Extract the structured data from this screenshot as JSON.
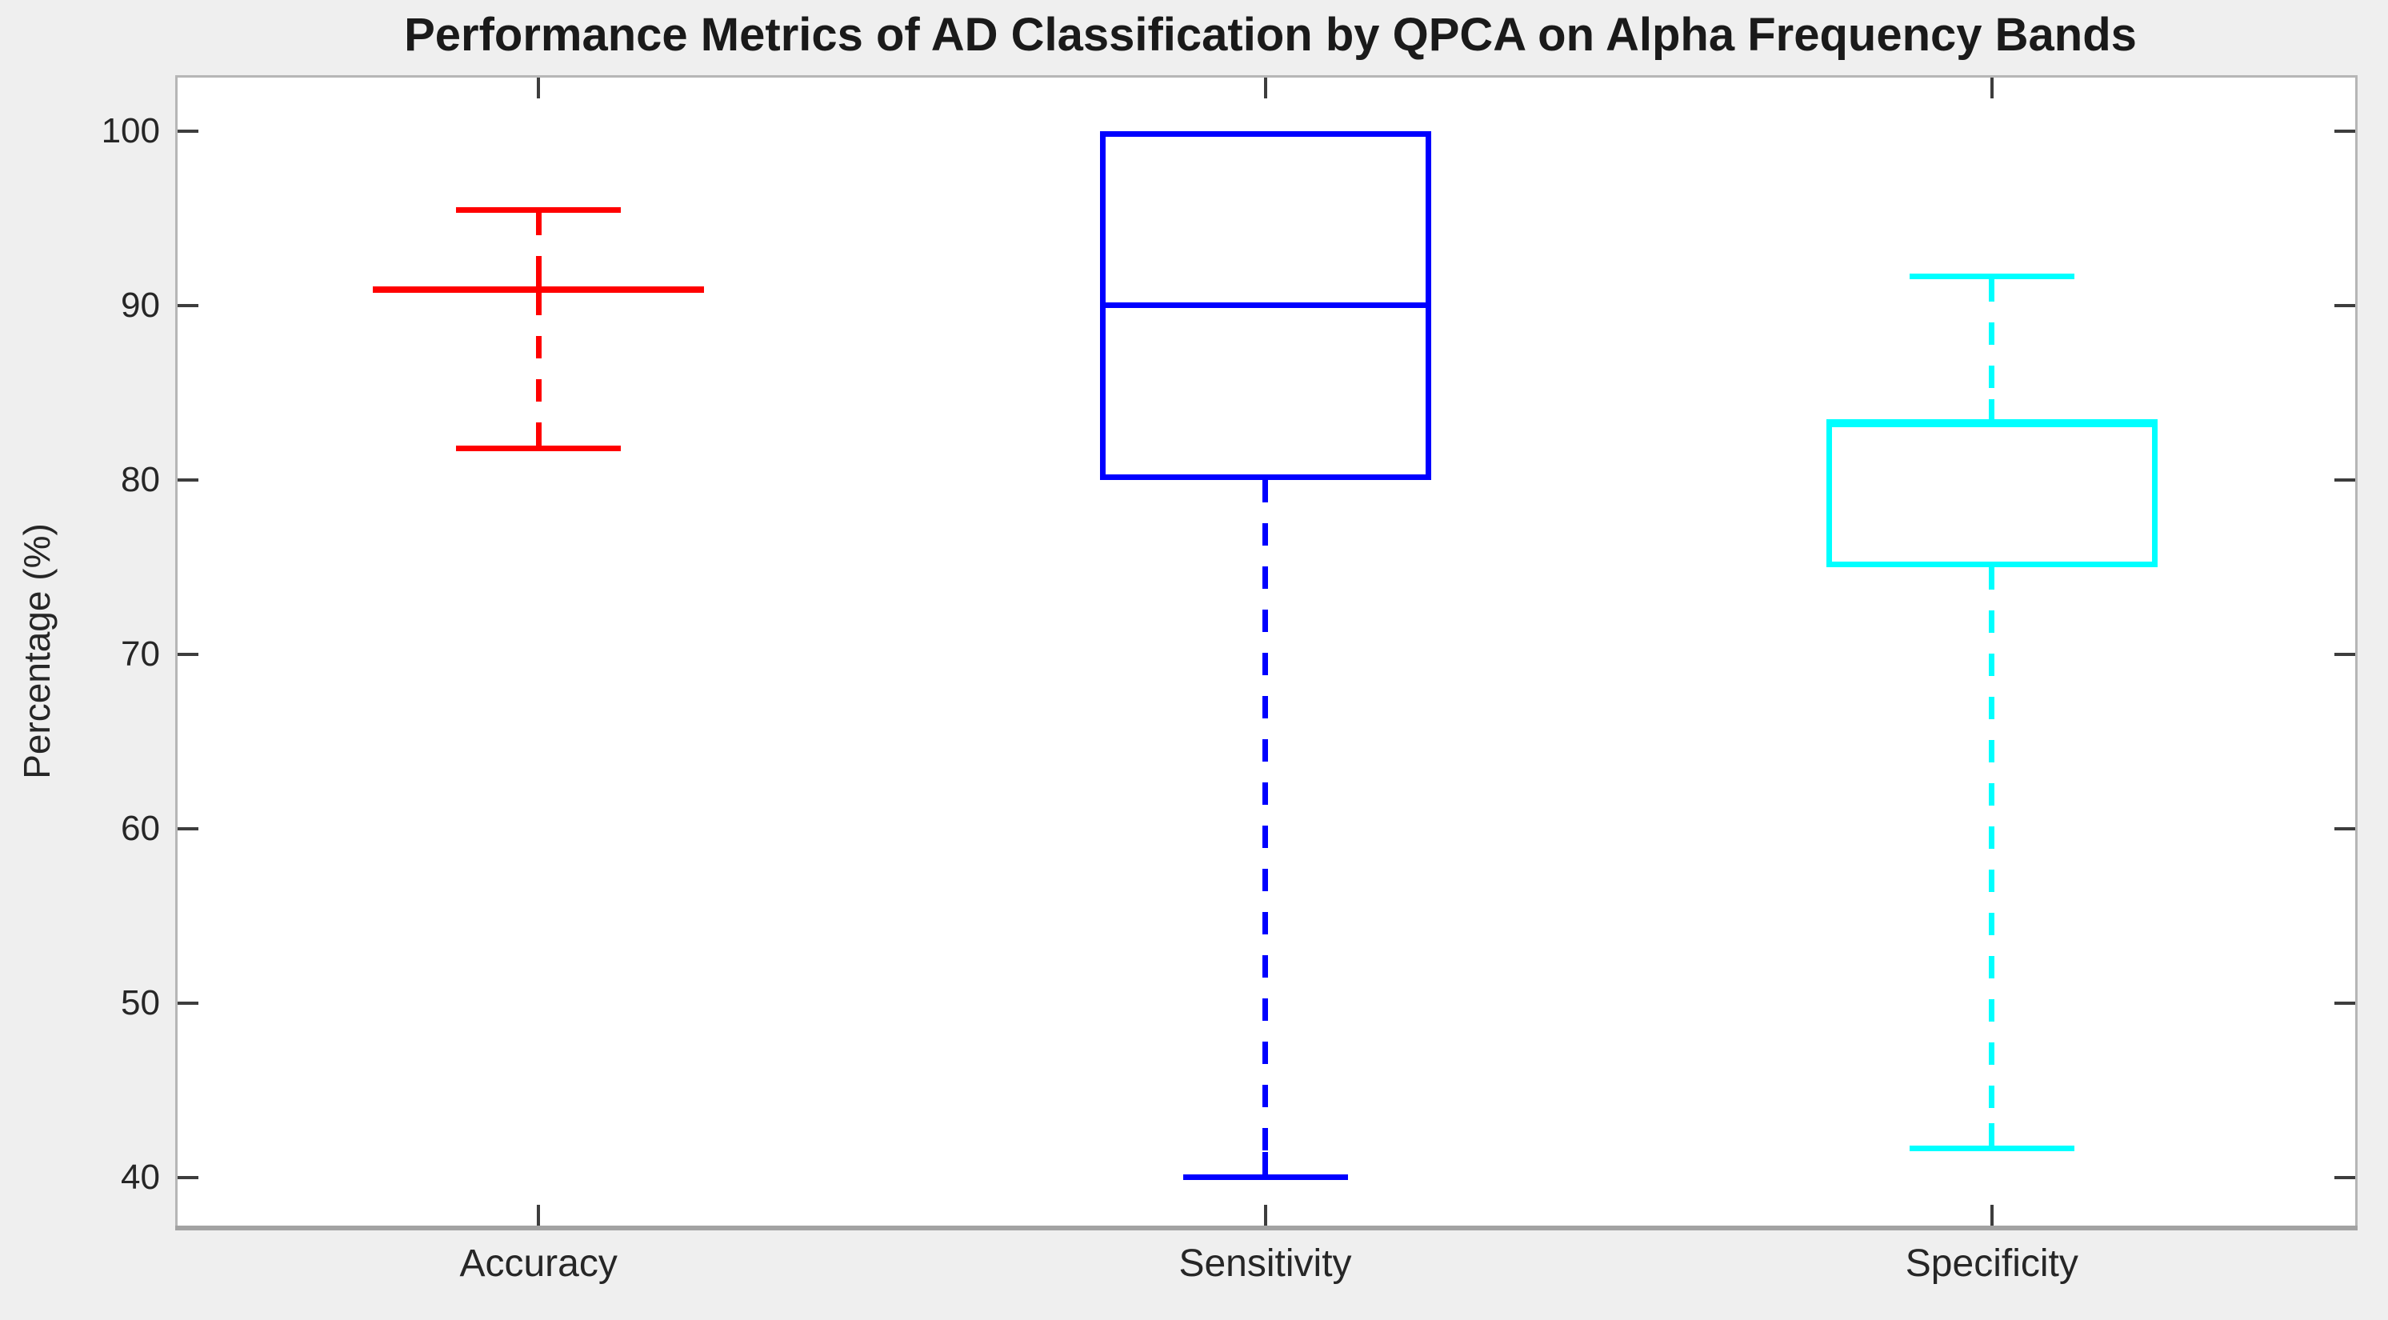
{
  "figure": {
    "background": "#efefef",
    "plot_background": "#ffffff",
    "axis_border_color": "#b6b6b6",
    "axis_bottom_color": "#a2a2a2",
    "tick_color": "#3d3d3d",
    "label_color": "#262626"
  },
  "chart_data": {
    "type": "boxplot",
    "title": "Performance Metrics of AD Classification by QPCA on Alpha Frequency Bands",
    "ylabel": "Percentage (%)",
    "xlabel": "",
    "categories": [
      "Accuracy",
      "Sensitivity",
      "Specificity"
    ],
    "ylim": [
      37.1,
      103.2
    ],
    "yticks": [
      40,
      50,
      60,
      70,
      80,
      90,
      100
    ],
    "ytick_labels": [
      "40",
      "50",
      "60",
      "70",
      "80",
      "90",
      "100"
    ],
    "grid": false,
    "legend_position": "none",
    "series": [
      {
        "name": "Accuracy",
        "color": "#ff0000",
        "whisker_low": 81.82,
        "q1": 90.91,
        "median": 90.91,
        "q3": 90.91,
        "whisker_high": 95.45
      },
      {
        "name": "Sensitivity",
        "color": "#0000ff",
        "whisker_low": 40.0,
        "q1": 80.0,
        "median": 90.0,
        "q3": 100.0,
        "whisker_high": 100.0
      },
      {
        "name": "Specificity",
        "color": "#00ffff",
        "whisker_low": 41.67,
        "q1": 75.0,
        "median": 83.33,
        "q3": 83.33,
        "whisker_high": 91.67
      }
    ]
  }
}
